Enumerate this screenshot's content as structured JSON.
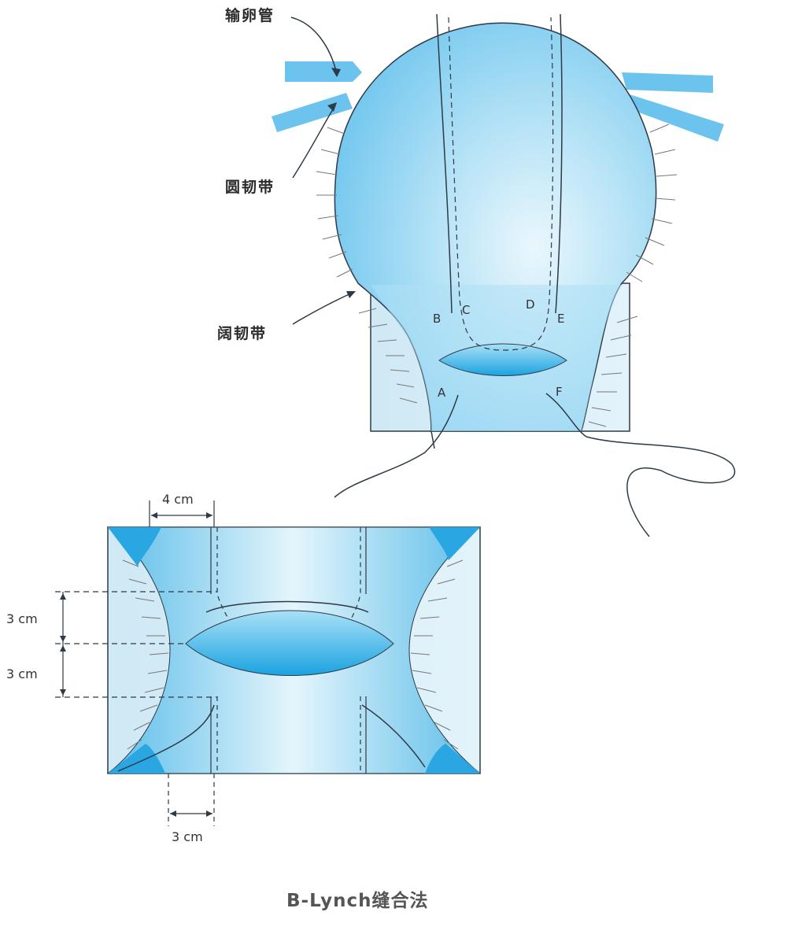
{
  "labels": {
    "fallopian_tube": "输卵管",
    "round_ligament": "圆韧带",
    "broad_ligament": "阔韧带"
  },
  "points": {
    "a": "A",
    "b": "B",
    "c": "C",
    "d": "D",
    "e": "E",
    "f": "F"
  },
  "dimensions": {
    "top_width": "4 cm",
    "upper_height": "3 cm",
    "lower_height": "3 cm",
    "bottom_width": "3 cm"
  },
  "caption": "B-Lynch缝合法",
  "colors": {
    "uterus_fill": "#8fd2ef",
    "uterus_dark": "#3fb0e6",
    "panel_fill": "#d4ecf7",
    "outline": "#2e3a45"
  }
}
